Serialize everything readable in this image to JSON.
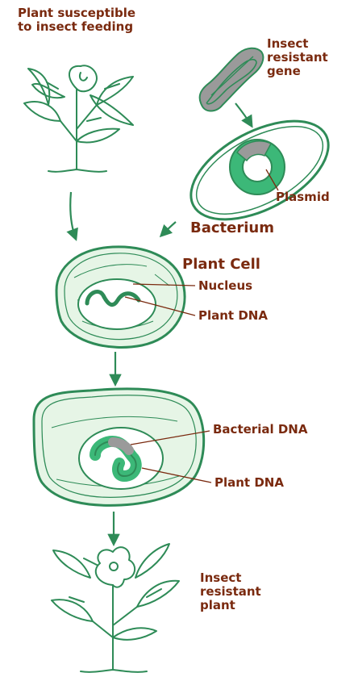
{
  "labels": {
    "plant_susceptible": [
      "Plant susceptible",
      "to insect feeding"
    ],
    "insect_resistant_gene": [
      "Insect",
      "resistant",
      "gene"
    ],
    "plasmid": "Plasmid",
    "bacterium": "Bacterium",
    "plant_cell": "Plant Cell",
    "nucleus": "Nucleus",
    "plant_dna_1": "Plant DNA",
    "bacterial_dna": "Bacterial DNA",
    "plant_dna_2": "Plant DNA",
    "insect_resistant_plant": [
      "Insect",
      "resistant",
      "plant"
    ]
  },
  "colors": {
    "label_text": "#7a2a0f",
    "outline": "#2e8b57",
    "cell_fill": "#e6f5e6",
    "plasmid": "#3cb878",
    "bacterial_dna": "#9a9a9a",
    "leader_line": "#7a2a0f"
  },
  "icons": [
    "plant-icon",
    "gene-icon",
    "bacterium-icon",
    "plant-cell-icon",
    "modified-cell-icon",
    "resistant-plant-icon",
    "arrow-icon"
  ]
}
